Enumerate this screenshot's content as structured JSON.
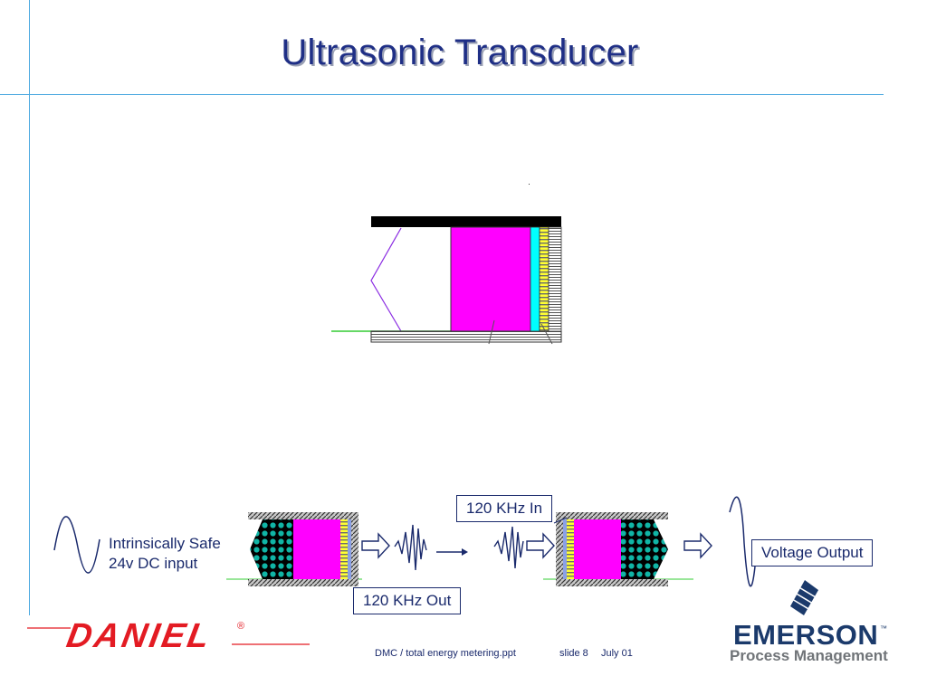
{
  "slide": {
    "title": "Ultrasonic Transducer"
  },
  "labels": {
    "input": "Intrinsically Safe\n24v DC input",
    "input_line1": "Intrinsically Safe",
    "input_line2": "24v DC input",
    "freq_in": "120 KHz In",
    "freq_out": "120 KHz Out",
    "voltage_output": "Voltage Output"
  },
  "footer": {
    "filename": "DMC / total energy metering.ppt",
    "slide_number": "slide 8",
    "date": "July  01"
  },
  "logos": {
    "daniel": "DANIEL",
    "daniel_mark": "®",
    "emerson": "EMERSON",
    "emerson_tm": "™",
    "emerson_sub": "Process Management"
  },
  "colors": {
    "accent_line": "#4aa8e0",
    "title": "#1f2f86",
    "magenta": "#ff00ff",
    "cyan": "#00ffff",
    "yellow": "#ffff33",
    "daniel_red": "#e31b23",
    "emerson_navy": "#1b3a6b",
    "emerson_gray": "#707478"
  }
}
